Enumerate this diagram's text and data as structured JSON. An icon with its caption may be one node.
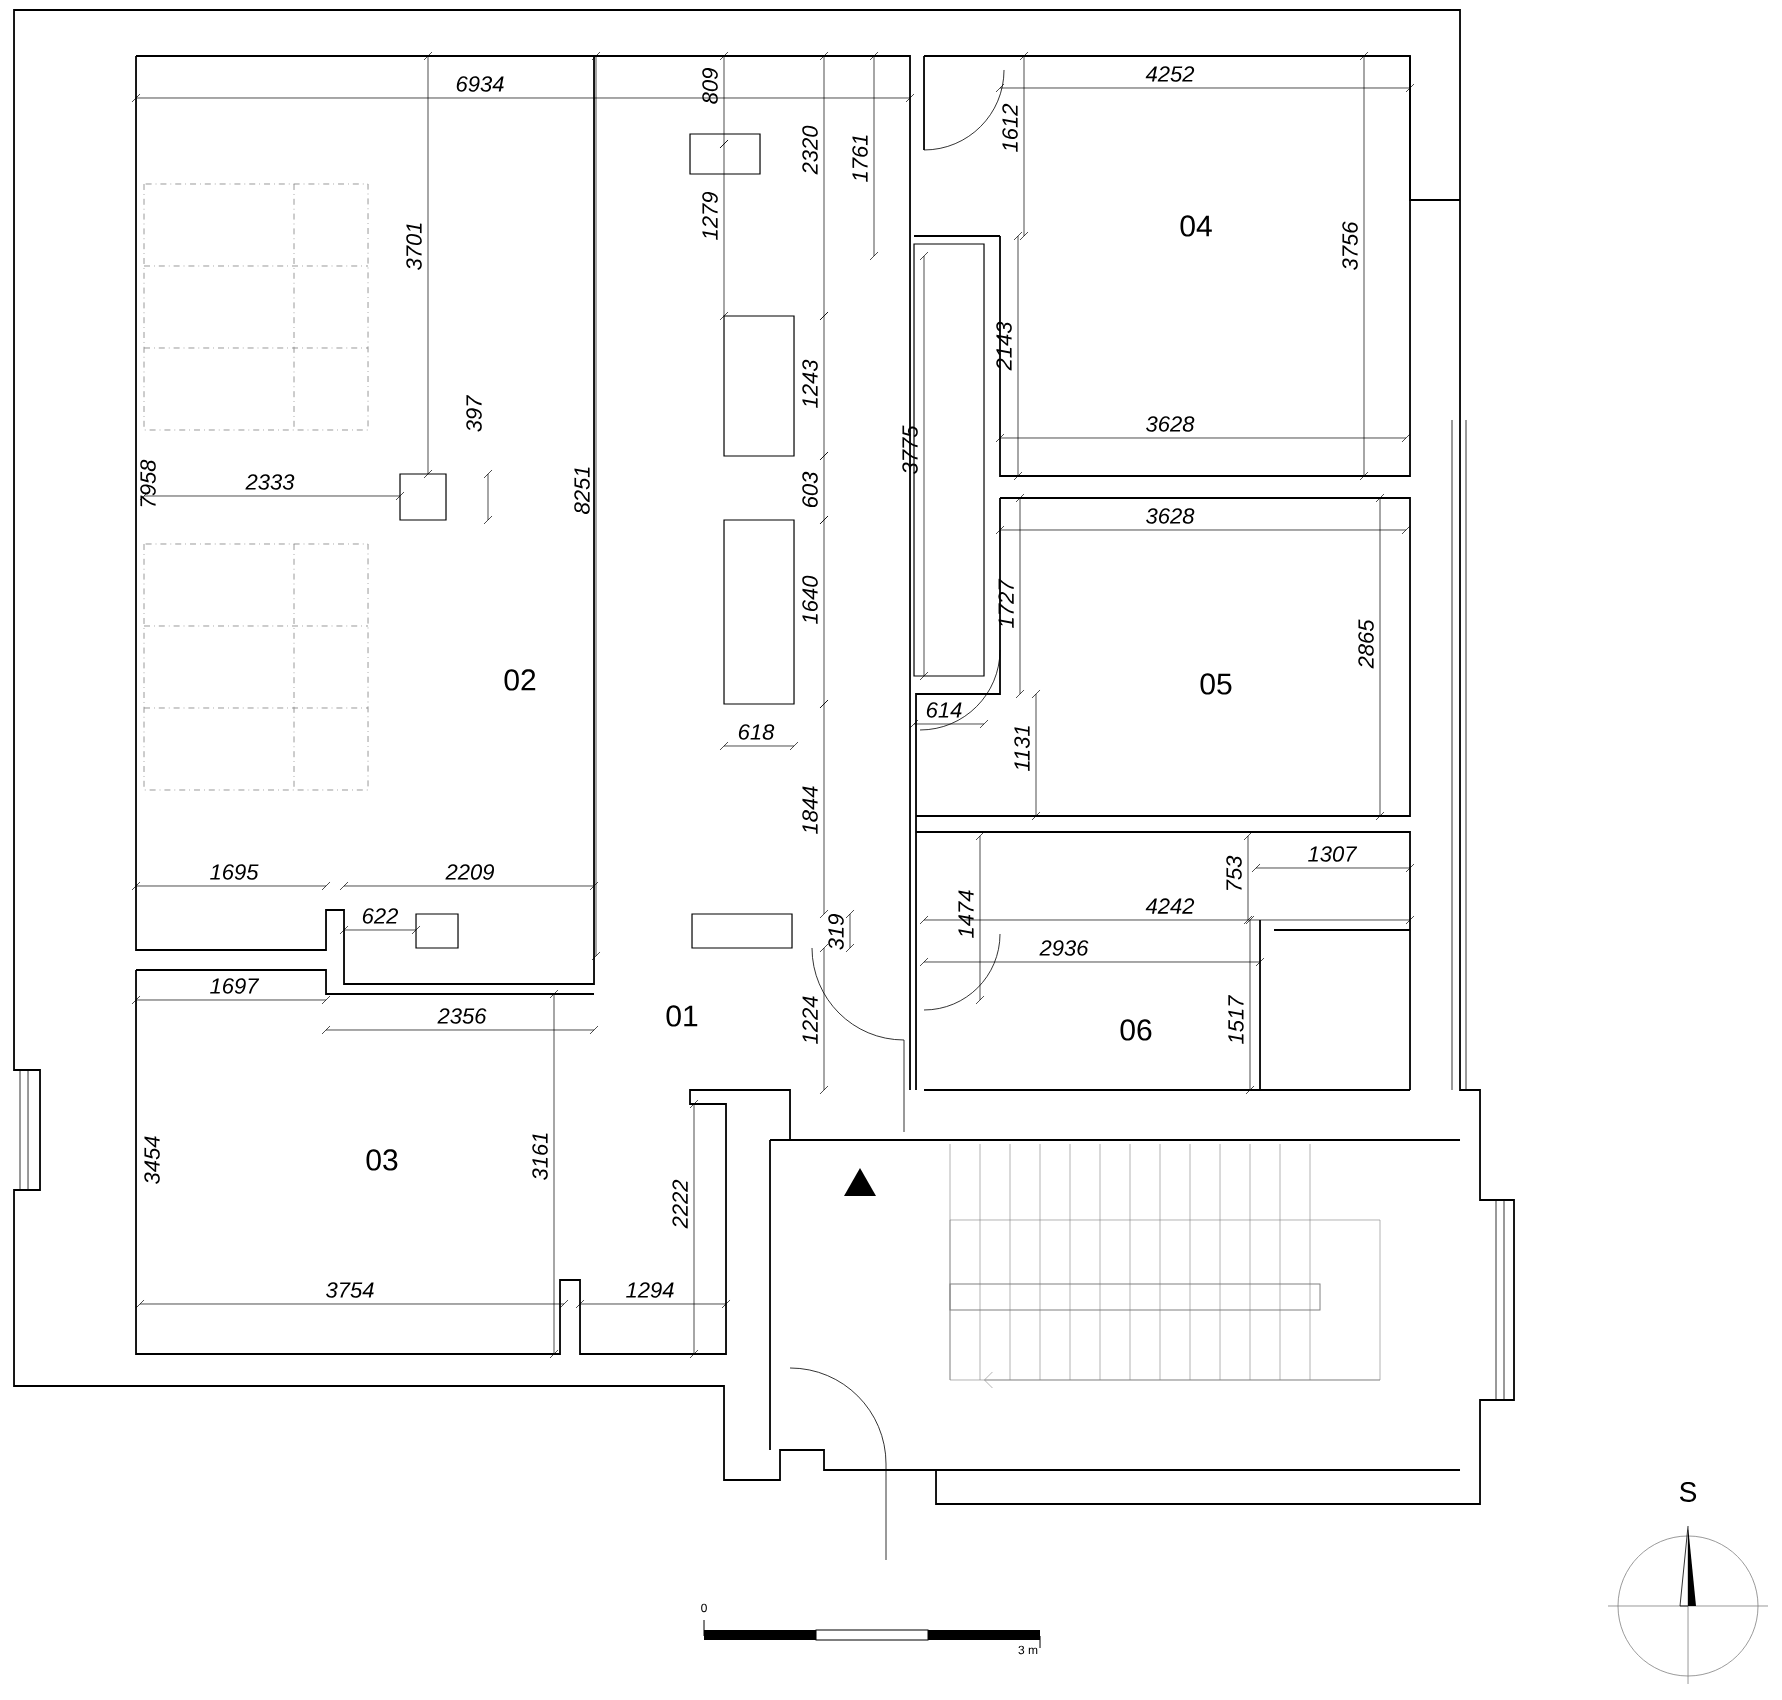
{
  "diagram": {
    "labels": [
      "6934",
      "4252",
      "809",
      "1612",
      "2320",
      "1761",
      "1279",
      "04",
      "3701",
      "3756",
      "2143",
      "1243",
      "397",
      "3628",
      "3775",
      "2333",
      "7958",
      "8251",
      "603",
      "3628",
      "1640",
      "1727",
      "2865",
      "02",
      "05",
      "614",
      "618",
      "1131",
      "1844",
      "1307",
      "1695",
      "2209",
      "753",
      "4242",
      "622",
      "319",
      "1474",
      "2936",
      "1697",
      "2356",
      "01",
      "1224",
      "06",
      "1517",
      "3161",
      "03",
      "3454",
      "2222",
      "3754",
      "1294",
      "S",
      "0",
      "3 m"
    ]
  }
}
